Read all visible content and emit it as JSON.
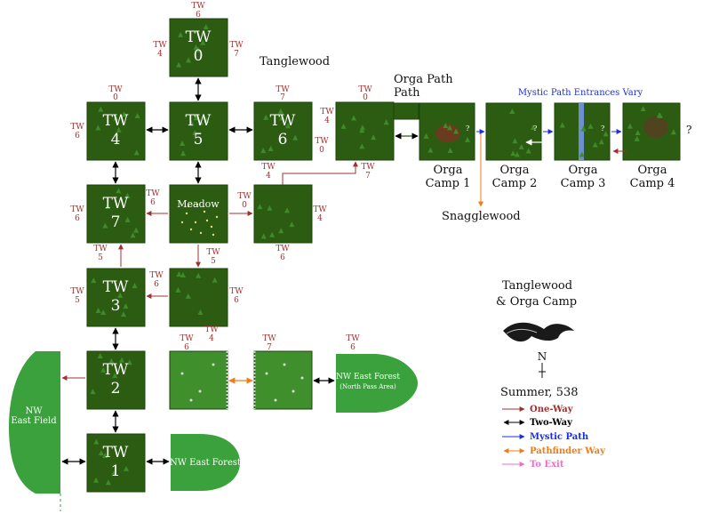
{
  "map": {
    "title_region": "Tanglewood",
    "title_map_line1": "Tanglewood",
    "title_map_line2": "& Orga Camp",
    "date": "Summer, 538",
    "compass_letter": "N",
    "mystic_note": "Mystic Path Entrances Vary",
    "orga_path": "Orga Path",
    "snagglewood": "Snagglewood",
    "meadow": "Meadow",
    "nw_east_field_line1": "NW",
    "nw_east_field_line2": "East Field",
    "nw_east_forest": "NW East Forest",
    "nw_east_forest_north_line1": "NW East Forest",
    "nw_east_forest_north_line2": "(North Pass Area)",
    "question_mark": "?"
  },
  "tiles": {
    "tw0": {
      "line1": "TW",
      "line2": "0"
    },
    "tw1": {
      "line1": "TW",
      "line2": "1"
    },
    "tw2": {
      "line1": "TW",
      "line2": "2"
    },
    "tw3": {
      "line1": "TW",
      "line2": "3"
    },
    "tw4": {
      "line1": "TW",
      "line2": "4"
    },
    "tw5": {
      "line1": "TW",
      "line2": "5"
    },
    "tw6": {
      "line1": "TW",
      "line2": "6"
    },
    "tw7": {
      "line1": "TW",
      "line2": "7"
    }
  },
  "camps": {
    "c1": {
      "line1": "Orga",
      "line2": "Camp 1"
    },
    "c2": {
      "line1": "Orga",
      "line2": "Camp 2"
    },
    "c3": {
      "line1": "Orga",
      "line2": "Camp 3"
    },
    "c4": {
      "line1": "Orga",
      "line2": "Camp 4"
    }
  },
  "exit_labels": {
    "tw": "TW",
    "n0": "0",
    "n4": "4",
    "n5": "5",
    "n6": "6",
    "n7": "7"
  },
  "legend": [
    {
      "label": "One-Way",
      "color": "#a0302e"
    },
    {
      "label": "Two-Way",
      "color": "#000000"
    },
    {
      "label": "Mystic Path",
      "color": "#1b2fe0"
    },
    {
      "label": "Pathfinder Way",
      "color": "#f07d16"
    },
    {
      "label": "To Exit",
      "color": "#ec6fc4"
    }
  ],
  "colors": {
    "tile_fill": "#2c5c12",
    "tile_dark": "#1d4309",
    "tree": "#3f8a2a",
    "field": "#3aa13c",
    "snow_tile": "#3f8f2d",
    "exit_text": "#a0302e",
    "mystic_text": "#1b2fe0"
  }
}
